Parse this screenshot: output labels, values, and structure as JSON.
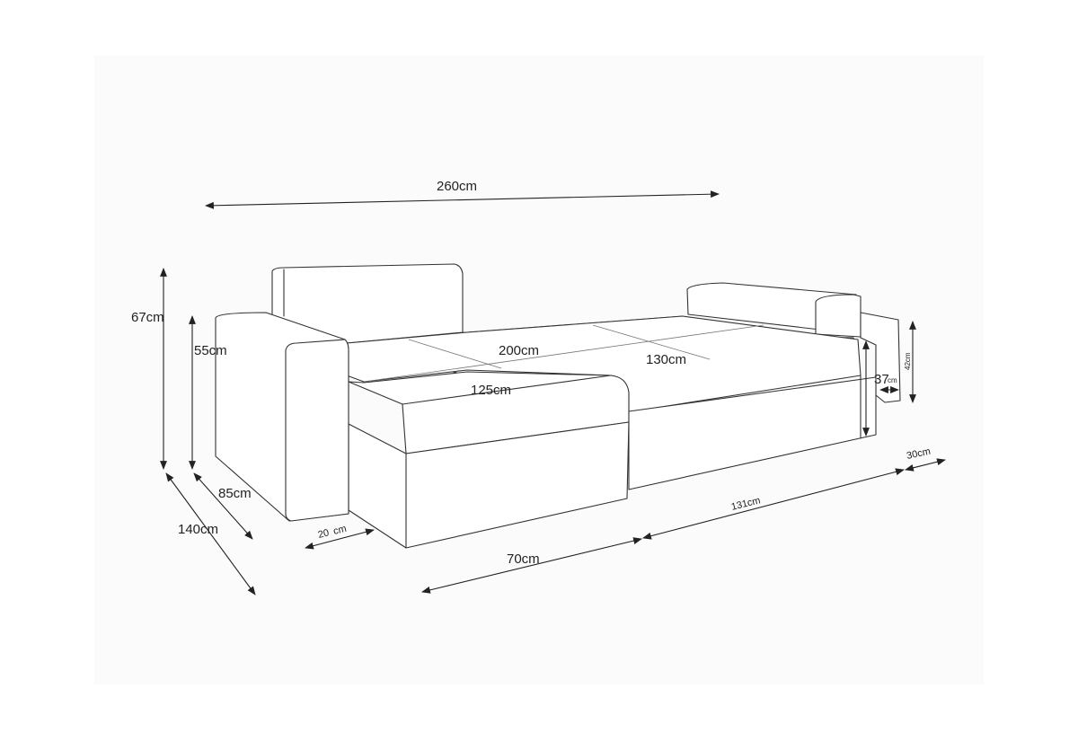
{
  "diagram": {
    "labels": {
      "total_width": "260cm",
      "total_height": "67cm",
      "armrest_height": "55cm",
      "seat_width": "200cm",
      "bed_width": "130cm",
      "chaise_length": "125cm",
      "seat_height_right": "37",
      "seat_height_right_unit": "cm",
      "armrest_height_right": "42cm",
      "depth": "85cm",
      "chaise_depth": "140cm",
      "armrest_width": "20",
      "armrest_width_unit": "cm",
      "chaise_front_width": "70cm",
      "base_length": "131cm",
      "right_arm_width": "30cm"
    }
  }
}
